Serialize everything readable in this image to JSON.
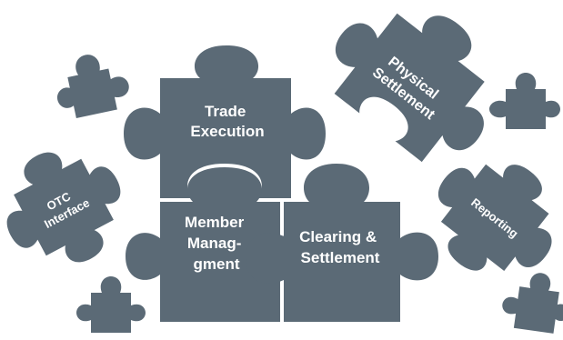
{
  "pieces": {
    "trade_execution": {
      "lines": [
        "Trade",
        "Execution"
      ]
    },
    "physical_settlement": {
      "lines": [
        "Physical",
        "Settlement"
      ]
    },
    "otc_interface": {
      "lines": [
        "OTC",
        "Interface"
      ]
    },
    "member_management": {
      "lines": [
        "Member",
        "Manag-",
        "gment"
      ]
    },
    "clearing_settlement": {
      "lines": [
        "Clearing &",
        "Settlement"
      ]
    },
    "reporting": {
      "lines": [
        "Reporting"
      ]
    }
  },
  "colors": {
    "piece": "#5b6a76",
    "text": "#ffffff",
    "background": "#ffffff"
  }
}
